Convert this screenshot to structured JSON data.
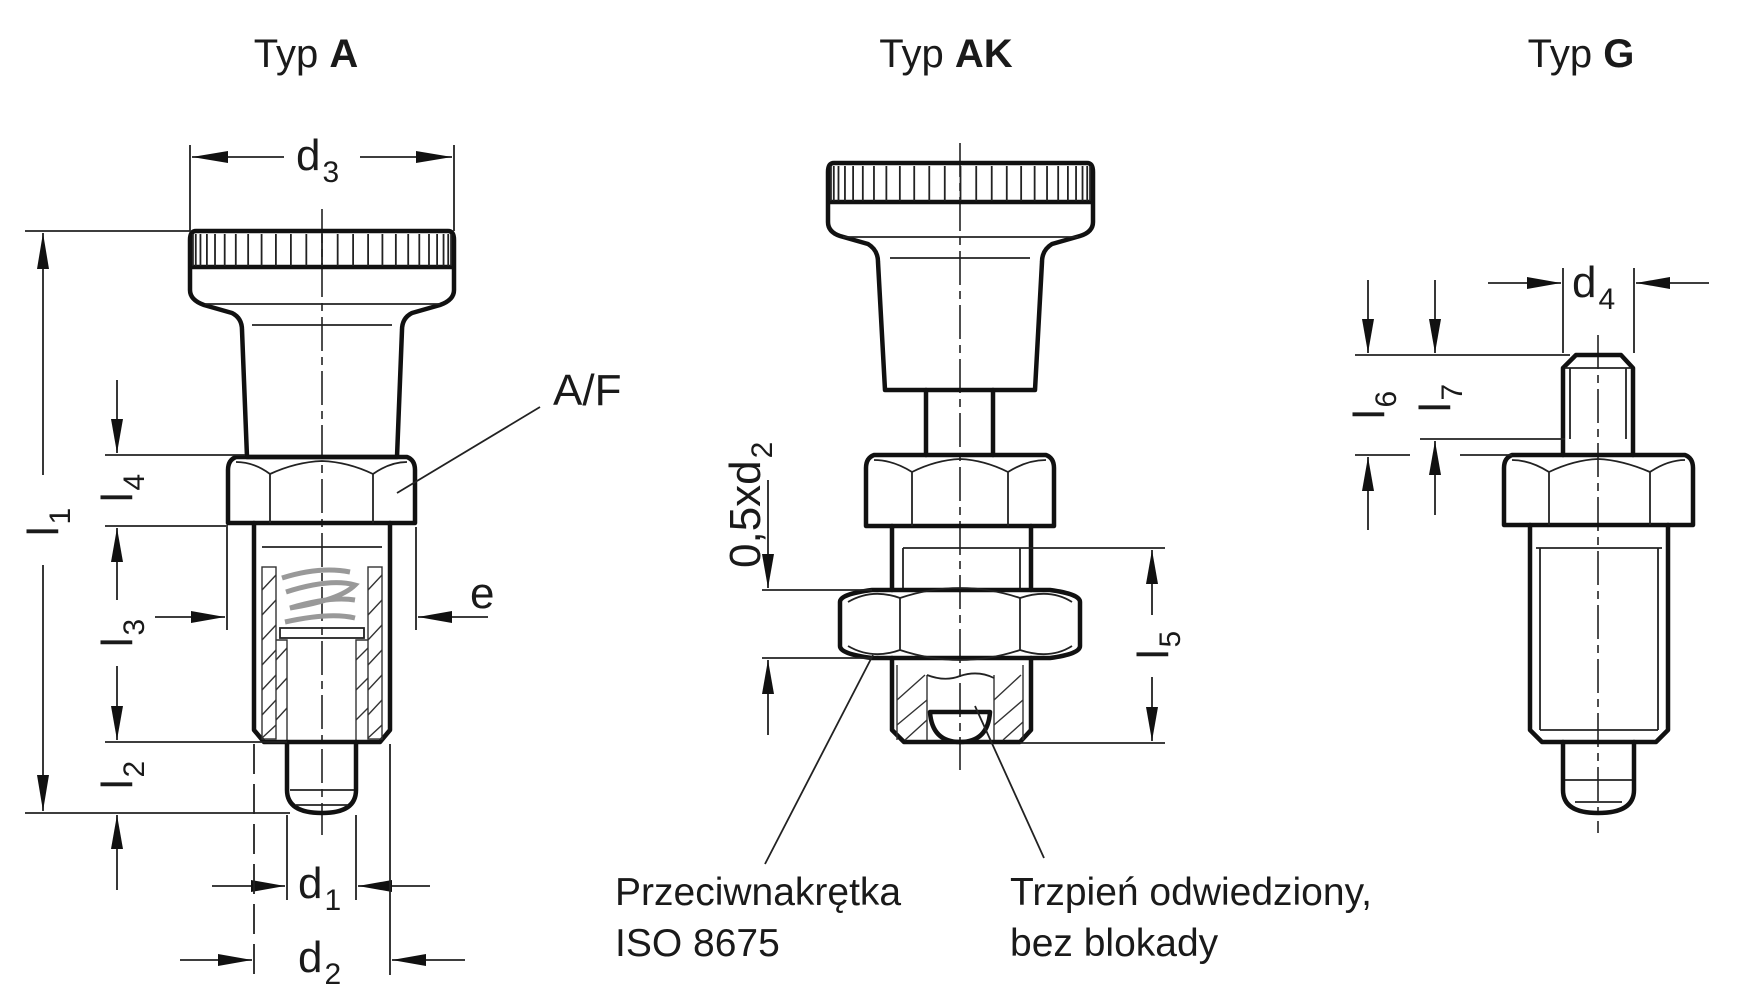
{
  "drawing": {
    "types": [
      {
        "prefix": "Typ",
        "code": "A"
      },
      {
        "prefix": "Typ",
        "code": "AK"
      },
      {
        "prefix": "Typ",
        "code": "G"
      }
    ],
    "dimensions": {
      "d1": {
        "base": "d",
        "sub": "1"
      },
      "d2": {
        "base": "d",
        "sub": "2"
      },
      "d3": {
        "base": "d",
        "sub": "3"
      },
      "d4": {
        "base": "d",
        "sub": "4"
      },
      "l1": {
        "base": "l",
        "sub": "1"
      },
      "l2": {
        "base": "l",
        "sub": "2"
      },
      "l3": {
        "base": "l",
        "sub": "3"
      },
      "l4": {
        "base": "l",
        "sub": "4"
      },
      "l5": {
        "base": "l",
        "sub": "5"
      },
      "l6": {
        "base": "l",
        "sub": "6"
      },
      "l7": {
        "base": "l",
        "sub": "7"
      },
      "e": "e",
      "af": "A/F",
      "half_d2": {
        "base": "0,5xd",
        "sub": "2"
      }
    },
    "callouts": {
      "locknut": {
        "line1": "Przeciwnakrętka",
        "line2": "ISO 8675"
      },
      "pin": {
        "line1": "Trzpień odwiedziony,",
        "line2": "bez blokady"
      }
    }
  }
}
